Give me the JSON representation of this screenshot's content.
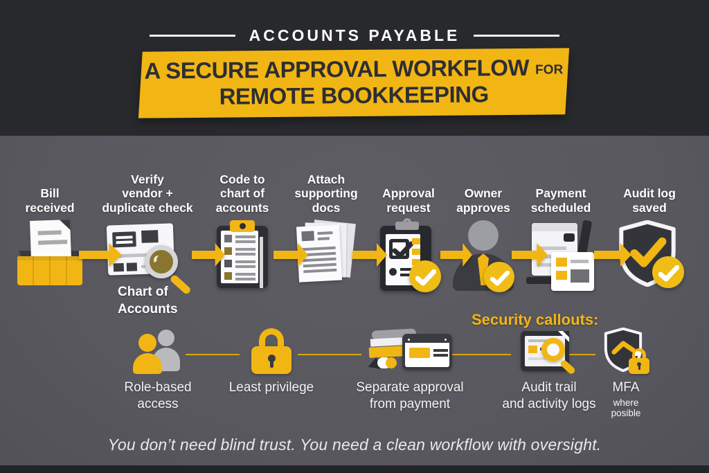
{
  "header": {
    "kicker": "ACCOUNTS PAYABLE",
    "title_line1": "A SECURE APPROVAL WORKFLOW",
    "title_for": "FOR",
    "title_line2": "REMOTE BOOKKEEPING"
  },
  "flow": {
    "steps": [
      {
        "label": "Bill\nreceived",
        "icon": "inbox-icon"
      },
      {
        "label": "Verify\nvendor +\nduplicate check",
        "icon": "vendor-card-magnifier-icon"
      },
      {
        "label": "Code to\nchart of\naccounts",
        "icon": "clipboard-list-icon"
      },
      {
        "label": "Attach\nsupporting\ndocs",
        "icon": "documents-stack-icon"
      },
      {
        "label": "Approval\nrequest",
        "icon": "clipboard-check-icon"
      },
      {
        "label": "Owner\napproves",
        "icon": "person-check-icon"
      },
      {
        "label": "Payment\nscheduled",
        "icon": "payment-docs-icon"
      },
      {
        "label": "Audit log\nsaved",
        "icon": "shield-check-icon"
      }
    ],
    "note": "Chart of\nAccounts"
  },
  "security": {
    "heading": "Security callouts:",
    "items": [
      {
        "label": "Role-based\naccess",
        "icon": "users-icon"
      },
      {
        "label": "Least privilege",
        "icon": "padlock-icon"
      },
      {
        "label": "Separate approval\nfrom payment",
        "icon": "payment-cards-icon"
      },
      {
        "label": "Audit trail\nand activity logs",
        "icon": "log-search-icon"
      },
      {
        "label": "MFA",
        "sublabel": "where\nposible",
        "icon": "shield-lock-icon"
      }
    ]
  },
  "tagline": "You don’t need blind trust. You need a clean workflow with oversight.",
  "colors": {
    "accent_yellow": "#F2B614",
    "badge_yellow": "#F0BD16",
    "header_dark": "#28292D",
    "body_gray": "#5C5B62",
    "icon_dark": "#303137",
    "text_white": "#FFFFFF"
  }
}
